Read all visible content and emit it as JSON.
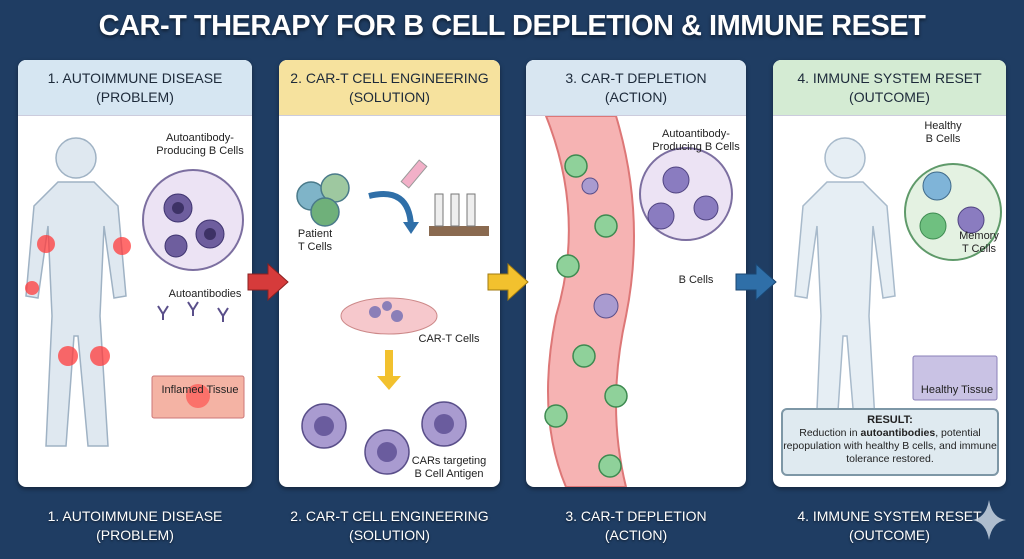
{
  "title": "CAR-T THERAPY FOR B CELL DEPLETION & IMMUNE RESET",
  "panels": [
    {
      "header_line1": "1. AUTOIMMUNE DISEASE",
      "header_line2": "(PROBLEM)",
      "color": "#d6e6f2",
      "labels": {
        "b_cells": "Autoantibody-\nProducing B Cells",
        "autoantibodies": "Autoantibodies",
        "tissue": "Inflamed Tissue"
      }
    },
    {
      "header_line1": "2. CAR-T CELL ENGINEERING",
      "header_line2": "(SOLUTION)",
      "color": "#f6e29e",
      "labels": {
        "t_cells": "Patient\nT Cells",
        "cart": "CAR-T Cells",
        "cars": "CARs targeting\nB Cell Antigen"
      }
    },
    {
      "header_line1": "3. CAR-T DEPLETION",
      "header_line2": "(ACTION)",
      "color": "#d8e6f1",
      "labels": {
        "b_cells_top": "Autoantibody-\nProducing B Cells",
        "b_cells": "B Cells"
      }
    },
    {
      "header_line1": "4. IMMUNE SYSTEM RESET",
      "header_line2": "(OUTCOME)",
      "color": "#d4ebd3",
      "labels": {
        "healthy": "Healthy\nB Cells",
        "memory": "Memory\nT Cells",
        "tissue": "Healthy Tissue"
      },
      "result": {
        "heading": "RESULT:",
        "pre": "Reduction in ",
        "bold": "autoantibodies",
        "post": ", potential repopulation with healthy B cells, and immune tolerance restored."
      }
    }
  ],
  "bottom": [
    {
      "l1": "1. AUTOIMMUNE DISEASE",
      "l2": "(PROBLEM)"
    },
    {
      "l1": "2. CAR-T CELL ENGINEERING",
      "l2": "(SOLUTION)"
    },
    {
      "l1": "3. CAR-T DEPLETION",
      "l2": "(ACTION)"
    },
    {
      "l1": "4. IMMUNE SYSTEM RESET",
      "l2": "(OUTCOME)"
    }
  ],
  "arrow_colors": [
    "#d63b3b",
    "#f2c12e",
    "#2f6fa8"
  ]
}
